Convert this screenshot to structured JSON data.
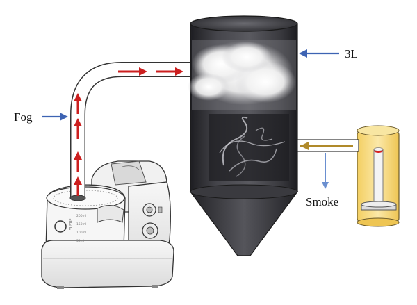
{
  "labels": {
    "fog": "Fog",
    "volume": "3L",
    "smoke": "Smoke"
  },
  "device": {
    "brand_text": "YUYUE",
    "scale_marks": [
      "200ml",
      "150ml",
      "100ml",
      "50ml"
    ]
  },
  "colors": {
    "chamber_dark": "#2f2f33",
    "chamber_mid": "#4a4a50",
    "flow_arrow": "#cc1f1f",
    "label_arrow": "#3d63b3",
    "smoke_arrow": "#b08a2a",
    "smoke_down_arrow": "#6a8fd0",
    "cigarette_tube": "#f6d982",
    "cigarette_filter": "#d71f1f"
  }
}
